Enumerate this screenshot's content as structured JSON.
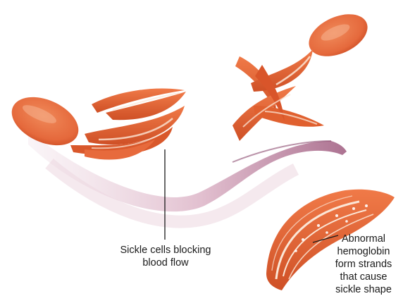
{
  "labels": {
    "sickle_blocking": {
      "line1": "Sickle cells blocking",
      "line2": "blood flow"
    },
    "hemoglobin": {
      "line1": "Abnormal",
      "line2": "hemoglobin",
      "line3": "form strands",
      "line4": "that cause",
      "line5": "sickle shape"
    }
  },
  "colors": {
    "cell_fill": "#e5693c",
    "cell_dark": "#c8481f",
    "cell_highlight": "#f6b38f",
    "vessel_wall": "#c98aa6",
    "vessel_fade": "#ead3dd",
    "strand": "#fbe6d6",
    "leader_line": "#1a1a1a"
  }
}
